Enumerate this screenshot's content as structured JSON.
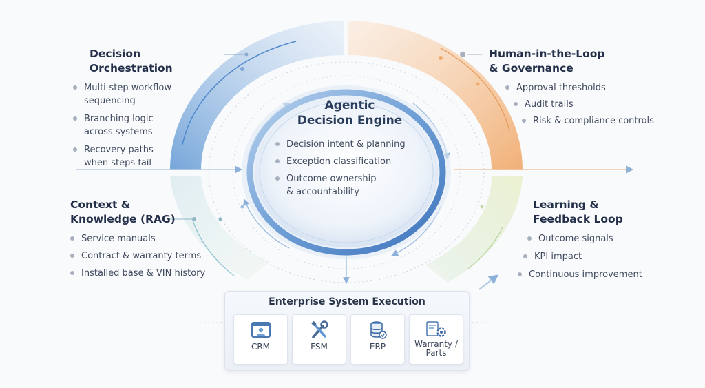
{
  "panels": {
    "orchestration": {
      "title": "Decision Orchestration",
      "items": [
        "Multi-step workflow\nsequencing",
        "Branching logic\nacross systems",
        "Recovery paths\nwhen steps fail"
      ]
    },
    "context": {
      "title": "Context &\nKnowledge (RAG)",
      "items": [
        "Service manuals",
        "Contract & warranty terms",
        "Installed base & VIN history"
      ]
    },
    "governance": {
      "title": "Human-in-the-Loop\n& Governance",
      "items": [
        "Approval thresholds",
        "Audit trails",
        "Risk & compliance controls"
      ]
    },
    "learning": {
      "title": "Learning &\nFeedback Loop",
      "items": [
        "Outcome signals",
        "KPI impact",
        "Continuous improvement"
      ]
    }
  },
  "engine": {
    "title": "Agentic\nDecision Engine",
    "items": [
      "Decision intent & planning",
      "Exception classification",
      "Outcome ownership\n& accountability"
    ]
  },
  "enterprise": {
    "title": "Enterprise System Execution",
    "systems": [
      {
        "label": "CRM",
        "icon": "crm-icon"
      },
      {
        "label": "FSM",
        "icon": "tools-icon"
      },
      {
        "label": "ERP",
        "icon": "database-icon"
      },
      {
        "label": "Warranty /\nParts",
        "icon": "parts-gear-icon"
      }
    ]
  },
  "colors": {
    "blue": "#6f9fd6",
    "orange": "#f2b27a",
    "green": "#b8d7a8",
    "teal": "#a9d3da",
    "arrow": "#8cb0d8"
  }
}
